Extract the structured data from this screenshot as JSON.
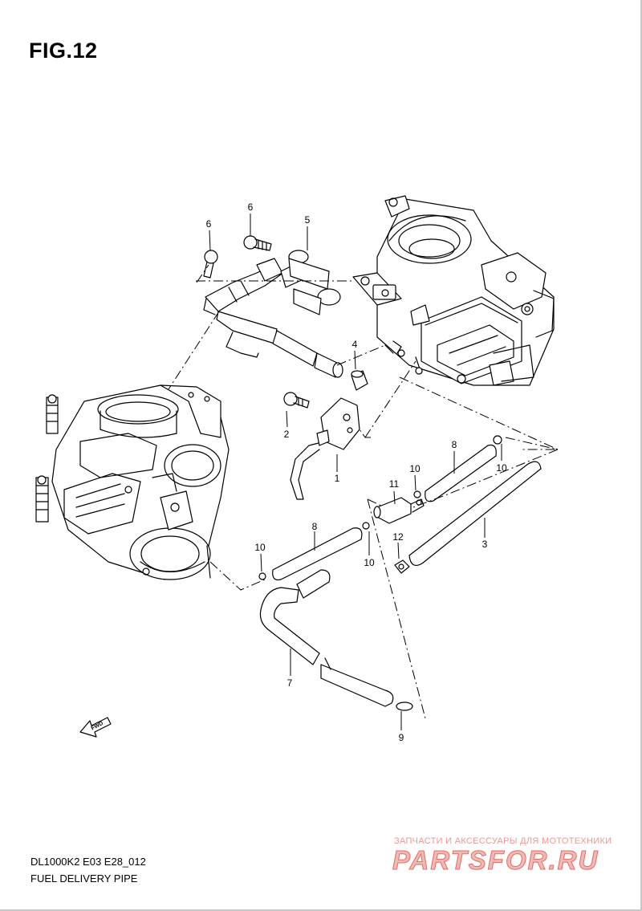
{
  "figure": {
    "title": "FIG.12",
    "code": "DL1000K2 E03 E28_012",
    "caption": "FUEL DELIVERY PIPE"
  },
  "callouts": {
    "c1": "1",
    "c2": "2",
    "c3": "3",
    "c4": "4",
    "c5": "5",
    "c6a": "6",
    "c6b": "6",
    "c7": "7",
    "c8a": "8",
    "c8b": "8",
    "c9": "9",
    "c10a": "10",
    "c10b": "10",
    "c10c": "10",
    "c10d": "10",
    "c11": "11",
    "c12": "12"
  },
  "fwd_label": "FWD",
  "watermark": {
    "tagline": "ЗАПЧАСТИ И АКСЕССУАРЫ ДЛЯ МОТОТЕХНИКИ",
    "brand": "PARTSFOR.RU"
  }
}
